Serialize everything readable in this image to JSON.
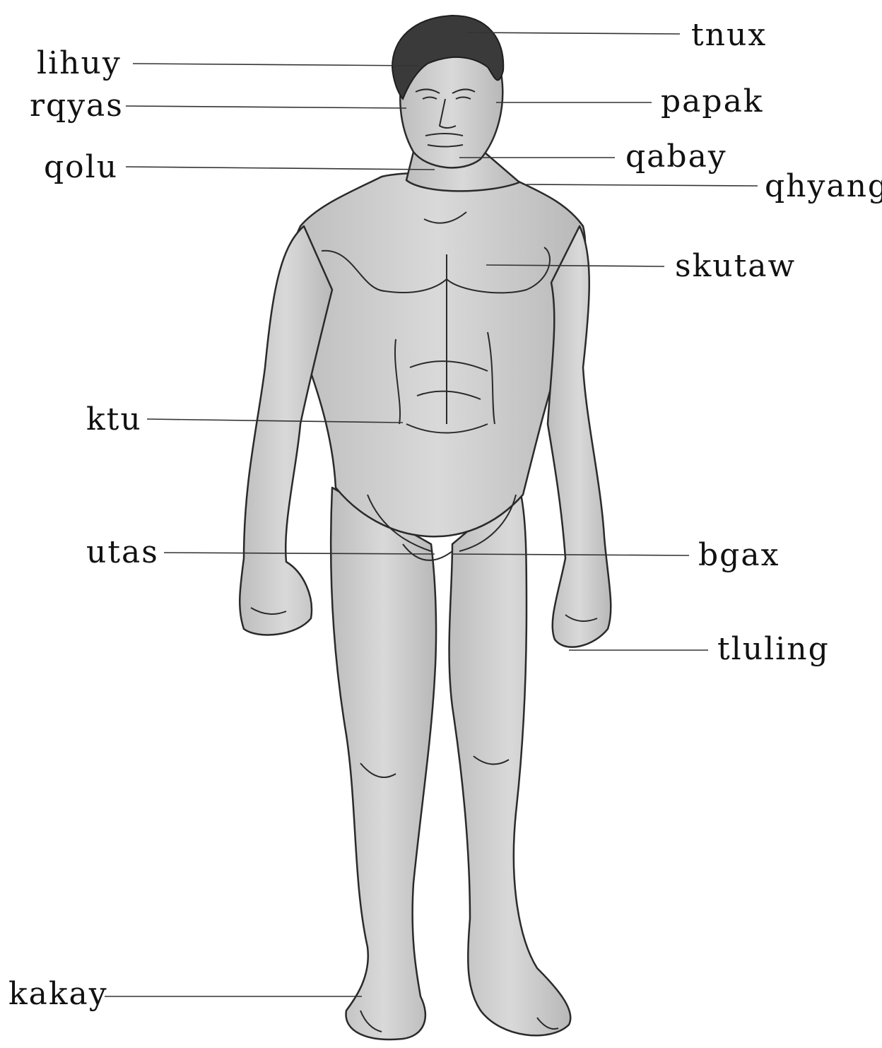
{
  "diagram": {
    "subject": "human body, front view",
    "labels": {
      "tnux": "tnux",
      "lihuy": "lihuy",
      "rqyas": "rqyas",
      "papak": "papak",
      "qolu": "qolu",
      "qabay": "qabay",
      "qhyang": "qhyang",
      "skutaw": "skutaw",
      "ktu": "ktu",
      "utas": "utas",
      "bgax": "bgax",
      "tluling": "tluling",
      "kakay": "kakay"
    }
  }
}
